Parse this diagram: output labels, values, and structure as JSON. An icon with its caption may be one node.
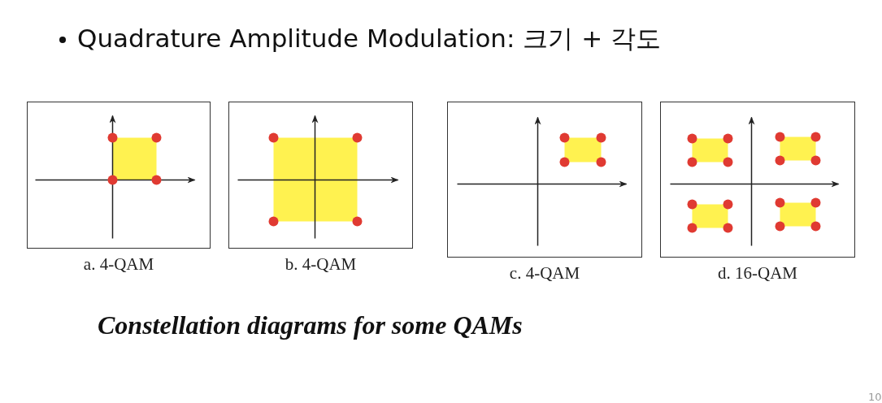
{
  "diagram": {
    "title": "Quadrature Amplitude Modulation: 크기 + 각도",
    "caption": "Constellation diagrams for some QAMs",
    "nodes": [
      {
        "text": [
          "a. 4-QAM"
        ]
      },
      {
        "text": [
          "b. 4-QAM"
        ]
      },
      {
        "text": [
          "c. 4-QAM"
        ]
      },
      {
        "text": [
          "d. 16-QAM"
        ]
      }
    ],
    "edges": [],
    "labels": [
      "10"
    ]
  }
}
